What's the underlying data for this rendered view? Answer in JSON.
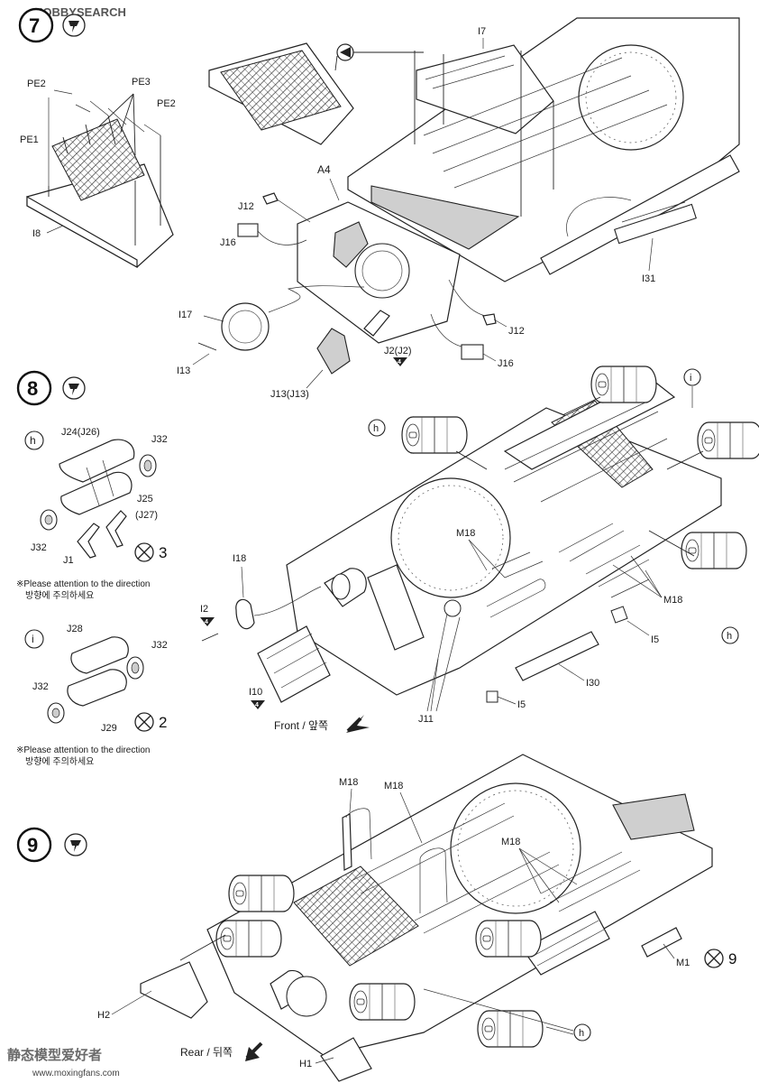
{
  "watermark": {
    "top_left": "HOBBYSEARCH",
    "bottom_left_cn": "静态模型爱好者",
    "bottom_left_url": "www.moxingfans.com"
  },
  "steps": [
    {
      "number": "7",
      "symbol": "glue-tube-icon"
    },
    {
      "number": "8",
      "symbol": "glue-tube-icon"
    },
    {
      "number": "9",
      "symbol": "glue-tube-icon"
    }
  ],
  "step7": {
    "labels": {
      "pe2a": "PE2",
      "pe3": "PE3",
      "pe2b": "PE2",
      "pe1": "PE1",
      "i8": "I8",
      "i7": "I7",
      "a4": "A4",
      "j12a": "J12",
      "j16a": "J16",
      "i17": "I17",
      "i13": "I13",
      "j13": "J13(J13)",
      "j2": "J2(J2)",
      "j12b": "J12",
      "j16b": "J16",
      "i31": "I31"
    },
    "tri_j2": "4"
  },
  "step8": {
    "sub_h": {
      "letter": "h",
      "labels": {
        "j24": "J24(J26)",
        "j32a": "J32",
        "j25": "J25",
        "j27": "(J27)",
        "j32b": "J32",
        "j1": "J1"
      },
      "qty": "3",
      "note_en": "※Please attention to the direction",
      "note_kr": "방향에 주의하세요"
    },
    "sub_i": {
      "letter": "i",
      "labels": {
        "j28": "J28",
        "j32a": "J32",
        "j32b": "J32",
        "j29": "J29"
      },
      "qty": "2",
      "note_en": "※Please attention to the direction",
      "note_kr": "방향에 주의하세요"
    },
    "labels": {
      "h1": "h",
      "i1": "i",
      "m18a": "M18",
      "m18b": "M18",
      "h2": "h",
      "i18": "I18",
      "i2": "I2",
      "i10": "I10",
      "i5a": "I5",
      "i30": "I30",
      "i5b": "I5",
      "j11": "J11"
    },
    "tri_i2": "4",
    "tri_i10": "4",
    "front": "Front / 앞쪽"
  },
  "step9": {
    "labels": {
      "m18a": "M18",
      "m18b": "M18",
      "m18c": "M18",
      "m1": "M1",
      "h2": "H2",
      "h": "h",
      "h1": "H1"
    },
    "qty": "9",
    "rear": "Rear / 뒤쪽"
  }
}
